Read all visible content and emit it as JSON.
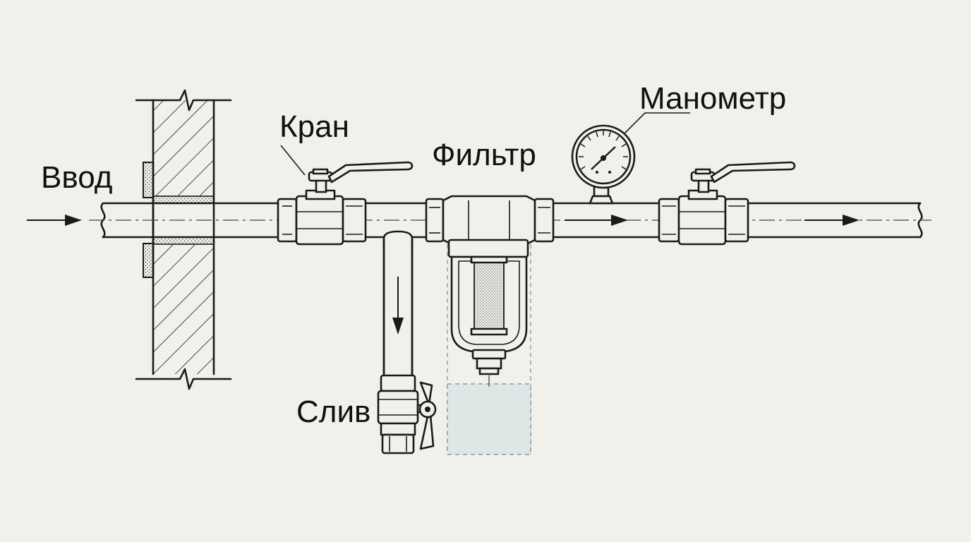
{
  "labels": {
    "inlet": "Ввод",
    "valve": "Кран",
    "filter": "Фильтр",
    "gauge": "Манометр",
    "drain": "Слив"
  },
  "colors": {
    "background": "#f1f1eb",
    "line": "#1a1a1a",
    "sump_fill": "#dfe6e6"
  },
  "icons": [
    "flow-arrow",
    "ball-valve",
    "pressure-gauge",
    "filter",
    "drain-valve",
    "wall-hatch"
  ]
}
